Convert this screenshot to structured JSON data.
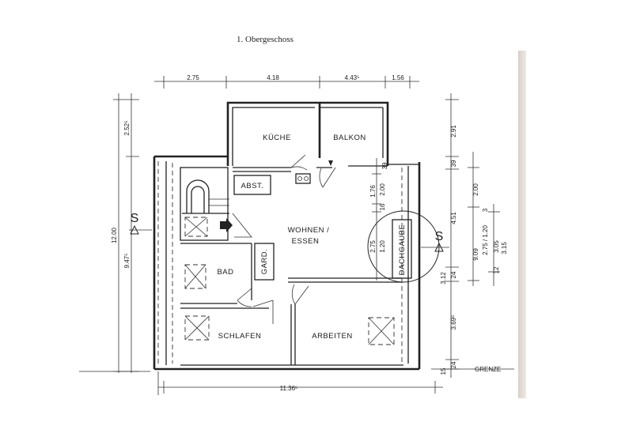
{
  "title": "1. Obergeschoss",
  "rooms": {
    "kueche": "KÜCHE",
    "balkon": "BALKON",
    "abst": "ABST.",
    "wohnen_line1": "WOHNEN /",
    "wohnen_line2": "ESSEN",
    "gard": "GARD.",
    "bad": "BAD",
    "schlafen": "SCHLAFEN",
    "arbeiten": "ARBEITEN",
    "dachgaube": "DACHGAUBE"
  },
  "markers": {
    "section_left": "S",
    "section_right": "S",
    "grenze": "GRENZE"
  },
  "dims_top": [
    "2.75",
    "4.18",
    "4.43⁵",
    "1.56"
  ],
  "dim_bottom": "11.36⁵",
  "dims_left": {
    "upper": "2.52⁵",
    "overall": "12.00",
    "lower": "9.47⁵"
  },
  "dims_interior": {
    "v39": "39",
    "v176": "1.76",
    "v200": "2.00",
    "v16": "16",
    "v275": "2.75",
    "v120": "1.20"
  },
  "dims_right_col1": {
    "d291": "2.91",
    "d39": "39",
    "d451": "4.51",
    "d24": "24",
    "d312": "3.12",
    "d3695": "3.69⁵",
    "d24b": "24",
    "d15": "15"
  },
  "dims_right_col2": {
    "d200": "2.00",
    "d909": "9.09",
    "d3": "3"
  },
  "dims_right_col3": {
    "d275": "2.75 / 1.20",
    "d12": "12",
    "d305": "3.05",
    "d315": "3.15"
  }
}
